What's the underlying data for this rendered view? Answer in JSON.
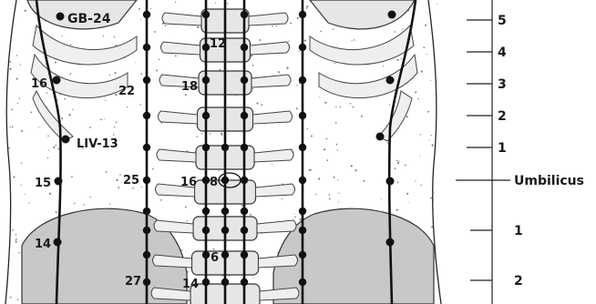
{
  "colors": {
    "ink": "#111111",
    "bone": "#e6e6e6",
    "organ": "#c8c8c8",
    "paper": "#ffffff"
  },
  "point_labels": {
    "gb24": "GB-24",
    "liv13": "LIV-13",
    "n12": "12",
    "n16_left": "16",
    "n22": "22",
    "n18": "18",
    "n15": "15",
    "n25": "25",
    "n16_mid": "16",
    "n8": "8",
    "n14_left": "14",
    "n6": "6",
    "n27": "27",
    "n14_bottom": "14"
  },
  "scale": {
    "upper": [
      "5",
      "4",
      "3",
      "2",
      "1"
    ],
    "center": "Umbilicus",
    "lower": [
      "1",
      "2"
    ]
  }
}
